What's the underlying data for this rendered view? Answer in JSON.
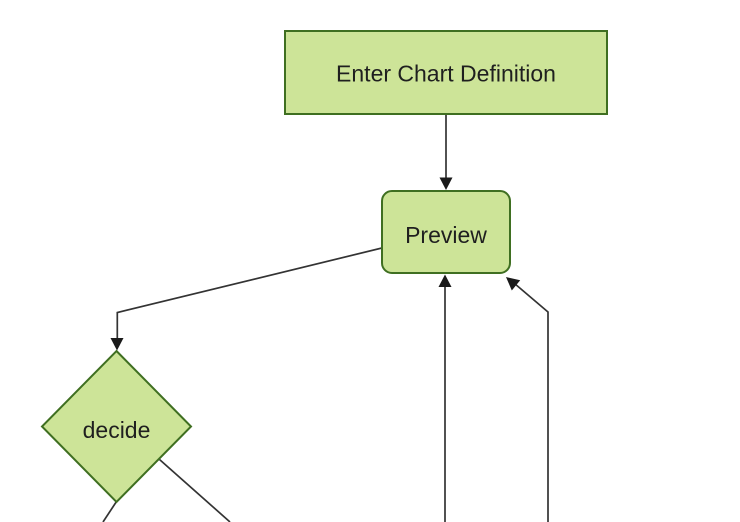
{
  "diagram": {
    "type": "flowchart",
    "direction": "top-down",
    "nodes": {
      "enter_chart_definition": {
        "label": "Enter Chart Definition",
        "shape": "rectangle"
      },
      "preview": {
        "label": "Preview",
        "shape": "rounded-rectangle"
      },
      "decide": {
        "label": "decide",
        "shape": "diamond"
      }
    },
    "edges": [
      {
        "from": "enter_chart_definition",
        "to": "preview",
        "arrowhead": true
      },
      {
        "from": "preview",
        "to": "decide",
        "arrowhead": true
      },
      {
        "from": "offscreen-bottom-center",
        "to": "preview",
        "arrowhead": true
      },
      {
        "from": "offscreen-bottom-right",
        "to": "preview",
        "arrowhead": true
      },
      {
        "from": "decide",
        "to": "offscreen-bottom-left",
        "arrowhead": false
      },
      {
        "from": "decide",
        "to": "offscreen-bottom-right",
        "arrowhead": false
      }
    ]
  },
  "colors": {
    "node-fill": "#cde498",
    "node-border": "#3f6f21",
    "edge-line": "#333333",
    "arrowhead": "#1a1a1a",
    "label-text": "#1f1f1f",
    "background": "#ffffff"
  }
}
